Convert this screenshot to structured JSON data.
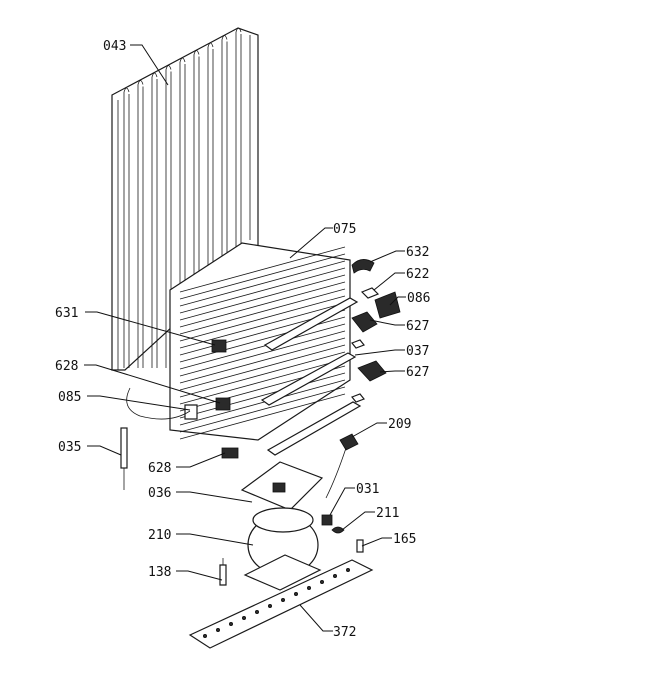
{
  "labels": {
    "l043": "043",
    "l075": "075",
    "l632": "632",
    "l622": "622",
    "l086": "086",
    "l631": "631",
    "l627a": "627",
    "l037": "037",
    "l628a": "628",
    "l627b": "627",
    "l085": "085",
    "l209": "209",
    "l035": "035",
    "l628b": "628",
    "l031": "031",
    "l036": "036",
    "l211": "211",
    "l210": "210",
    "l165": "165",
    "l138": "138",
    "l372": "372"
  }
}
